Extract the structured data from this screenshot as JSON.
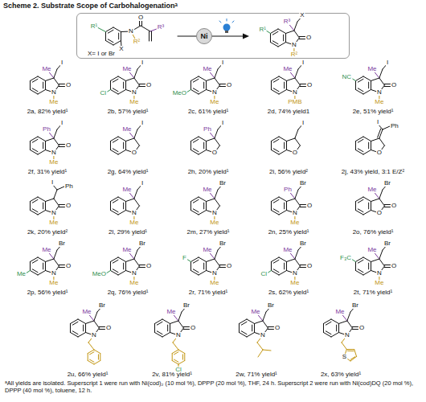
{
  "diagram": {
    "title": "Scheme 2. Substrate Scope of Carbohalogenationᵃ",
    "caption": "ᵃAll yields are isolated. Superscript 1 were run with Ni(cod)₂ (10 mol %), DPPP (20 mol %), THF, 24 h. Superscript 2 were run with Ni(cod)DQ (20 mol %), DPPP (40 mol %), toluene, 12 h.",
    "nodes": [
      {
        "text": [
          "R¹",
          "X",
          "N",
          "R²",
          "R³",
          "O",
          "X",
          "R³",
          "O",
          "N",
          "R²",
          "R¹",
          "X= I or Br"
        ]
      },
      {
        "text": [
          "Ni"
        ],
        "in": 0
      }
    ],
    "labels": [
      "Me",
      "I",
      "O",
      "N",
      "Me",
      "2a, 82% yield¹",
      "Me",
      "I",
      "Cl",
      "O",
      "N",
      "Me",
      "2b, 57% yield¹",
      "Me",
      "I",
      "MeO",
      "O",
      "N",
      "Me",
      "2c, 61% yield¹",
      "Me",
      "I",
      "O",
      "N",
      "PMB",
      "2d, 74% yield1",
      "Me",
      "I",
      "NC",
      "O",
      "N",
      "Me",
      "2e, 51% yield¹",
      "Ph",
      "I",
      "O",
      "N",
      "Me",
      "2f, 31% yield¹",
      "Me",
      "I",
      "O",
      "2g, 64% yield¹",
      "Ph",
      "I",
      "O",
      "2h, 20% yield¹",
      "I",
      "O",
      "2i, 56% yield²",
      "I",
      "Ph",
      "O",
      "2j, 43% yield, 3:1 E/Z²",
      "I",
      "Ph",
      "O",
      "N",
      "Me",
      "2k, 20% yield²",
      "Me",
      "I",
      "N",
      "Me",
      "2l, 29% yield¹",
      "Me",
      "Br",
      "N",
      "Me",
      "2m, 27% yield¹",
      "Ph",
      "Br",
      "O",
      "N",
      "Me",
      "2n, 25% yield¹",
      "Me",
      "Br",
      "O",
      "O",
      "2o, 76% yield¹",
      "Me",
      "Br",
      "Me",
      "O",
      "N",
      "Me",
      "2p, 56% yield¹",
      "Me",
      "Br",
      "MeO",
      "O",
      "N",
      "Me",
      "2q, 76% yield¹",
      "Me",
      "Br",
      "F",
      "O",
      "N",
      "Me",
      "2r, 71% yield¹",
      "Me",
      "Br",
      "Cl",
      "O",
      "N",
      "Me",
      "2s, 62% yield¹",
      "Me",
      "Br",
      "F₃C",
      "O",
      "N",
      "Me",
      "2t, 71% yield¹",
      "Me",
      "Br",
      "O",
      "N",
      "2u, 66% yield¹",
      "Me",
      "Br",
      "O",
      "N",
      "Cl",
      "2v, 81% yield¹",
      "Me",
      "Br",
      "O",
      "N",
      "2w, 71% yield¹",
      "Me",
      "Br",
      "O",
      "N",
      "S",
      "2x, 63% yield¹"
    ]
  }
}
